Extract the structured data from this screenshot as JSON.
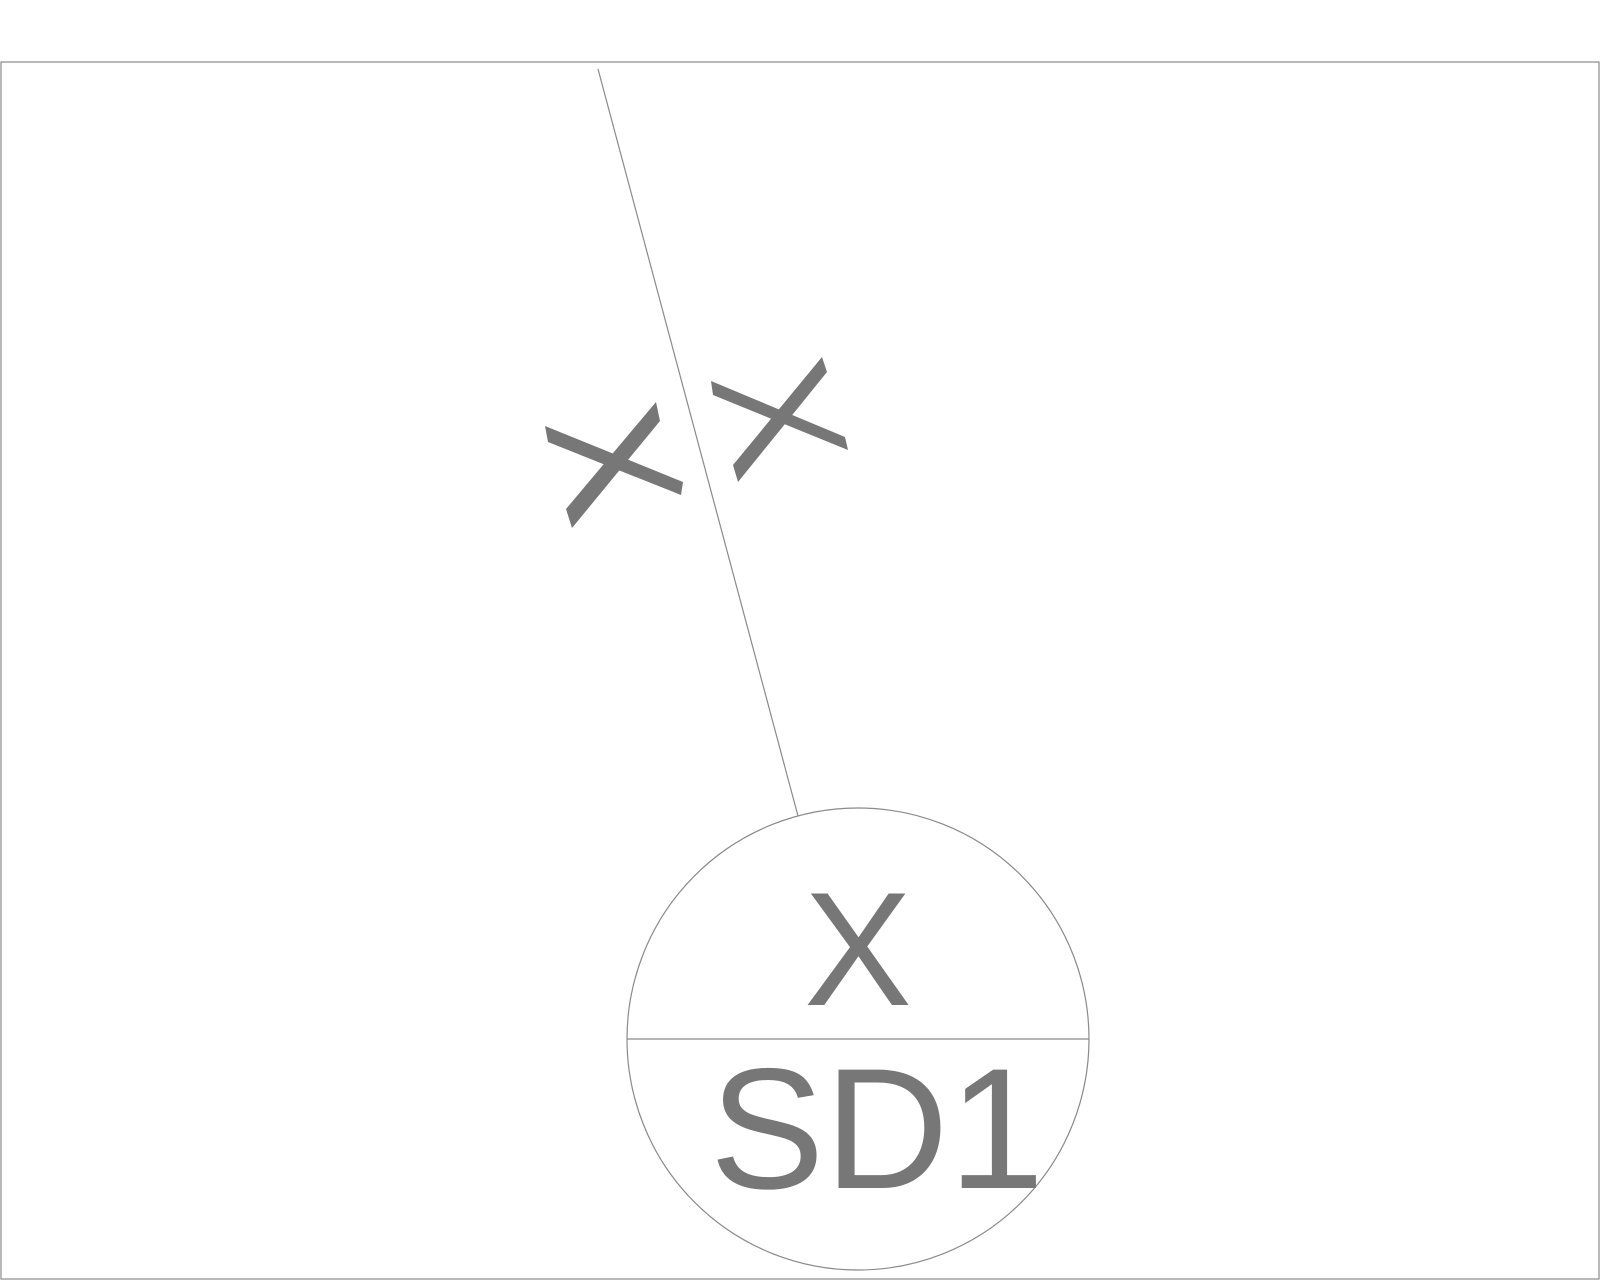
{
  "section_marker": {
    "top_label": "X",
    "bottom_label": "SD1"
  },
  "colors": {
    "line": "#8a8a8a",
    "text": "#777777",
    "background": "#ffffff"
  },
  "icons": {
    "break_mark": "double-slash-break-symbol"
  }
}
